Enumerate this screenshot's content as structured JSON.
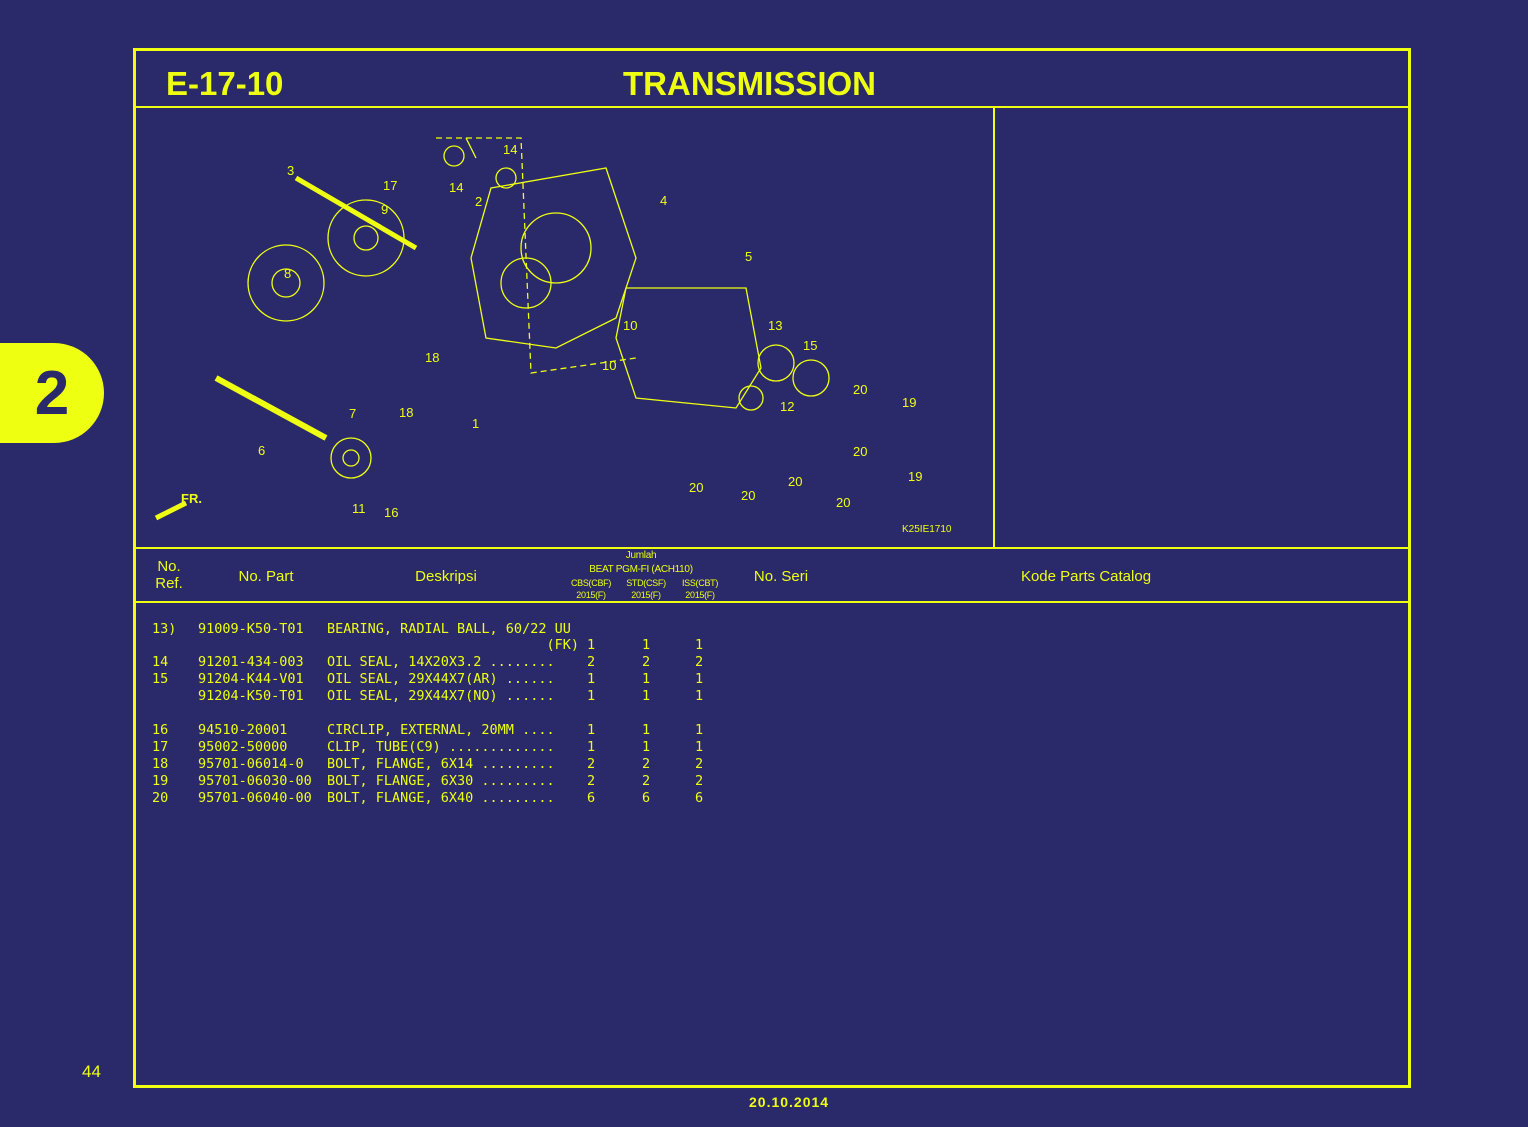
{
  "section_tab": "2",
  "header": {
    "code": "E-17-10",
    "title": "TRANSMISSION"
  },
  "diagram": {
    "ref_code": "K25IE1710",
    "front_label": "FR.",
    "callouts": [
      "3",
      "17",
      "9",
      "14",
      "14",
      "2",
      "4",
      "5",
      "8",
      "10",
      "13",
      "15",
      "18",
      "10",
      "20",
      "19",
      "7",
      "18",
      "1",
      "12",
      "6",
      "20",
      "20",
      "20",
      "20",
      "20",
      "19",
      "11",
      "16"
    ]
  },
  "table_header": {
    "no_ref": "No.\nRef.",
    "no_part": "No. Part",
    "deskripsi": "Deskripsi",
    "jumlah": "Jumlah",
    "model": "BEAT PGM-FI (ACH110)",
    "variants": [
      {
        "name": "CBS(CBF)",
        "year": "2015(F)"
      },
      {
        "name": "STD(CSF)",
        "year": "2015(F)"
      },
      {
        "name": "ISS(CBT)",
        "year": "2015(F)"
      }
    ],
    "no_seri": "No. Seri",
    "kode": "Kode Parts Catalog"
  },
  "rows": [
    {
      "ref": "13)",
      "part": "91009-K50-T01",
      "desc": "BEARING, RADIAL BALL, 60/22 UU",
      "q": [
        "",
        "",
        ""
      ]
    },
    {
      "ref": "",
      "part": "",
      "desc": "                                 (FK)",
      "q": [
        "1",
        "1",
        "1"
      ]
    },
    {
      "ref": "14",
      "part": "91201-434-003",
      "desc": "OIL SEAL, 14X20X3.2 ........",
      "q": [
        "2",
        "2",
        "2"
      ]
    },
    {
      "ref": "15",
      "part": "91204-K44-V01",
      "desc": "OIL SEAL, 29X44X7(AR) ......",
      "q": [
        "1",
        "1",
        "1"
      ]
    },
    {
      "ref": "",
      "part": "91204-K50-T01",
      "desc": "OIL SEAL, 29X44X7(NO) ......",
      "q": [
        "1",
        "1",
        "1"
      ]
    },
    {
      "ref": "16",
      "part": "94510-20001",
      "desc": "CIRCLIP, EXTERNAL, 20MM ....",
      "q": [
        "1",
        "1",
        "1"
      ]
    },
    {
      "ref": "17",
      "part": "95002-50000",
      "desc": "CLIP, TUBE(C9) .............",
      "q": [
        "1",
        "1",
        "1"
      ]
    },
    {
      "ref": "18",
      "part": "95701-06014-0",
      "desc": "BOLT, FLANGE, 6X14 .........",
      "q": [
        "2",
        "2",
        "2"
      ]
    },
    {
      "ref": "19",
      "part": "95701-06030-00",
      "desc": "BOLT, FLANGE, 6X30 .........",
      "q": [
        "2",
        "2",
        "2"
      ]
    },
    {
      "ref": "20",
      "part": "95701-06040-00",
      "desc": "BOLT, FLANGE, 6X40 .........",
      "q": [
        "6",
        "6",
        "6"
      ]
    }
  ],
  "footer": {
    "page": "44",
    "date": "20.10.2014"
  },
  "colors": {
    "background": "#2a2a6a",
    "accent": "#eeff11"
  }
}
